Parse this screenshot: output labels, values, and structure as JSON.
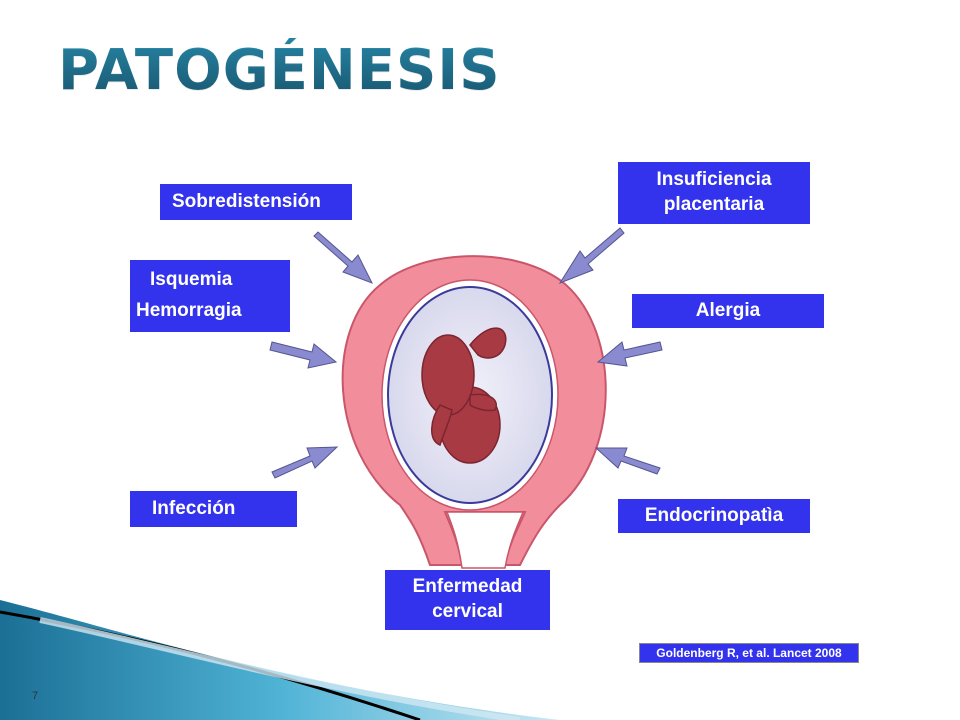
{
  "slide": {
    "title": "PATOGÉNESIS",
    "page_number": "7",
    "citation": "Goldenberg R, et al. Lancet 2008"
  },
  "labels": {
    "sobredistension": "Sobredistensión",
    "insuficiencia_1": "Insuficiencia",
    "insuficiencia_2": "placentaria",
    "isquemia": "Isquemia",
    "hemorragia": "Hemorragia",
    "alergia": "Alergia",
    "infeccion": "Infección",
    "endocrinopatia": "Endocrinopatìa",
    "enfermedad_1": "Enfermedad",
    "enfermedad_2": "cervical"
  },
  "colors": {
    "box": "#3333ee",
    "uterus": "#f08a9a",
    "fetus": "#a83a44",
    "sac": "#e6e6f4",
    "arrow": "#7f7fc8",
    "title": "#1f6f8b"
  }
}
